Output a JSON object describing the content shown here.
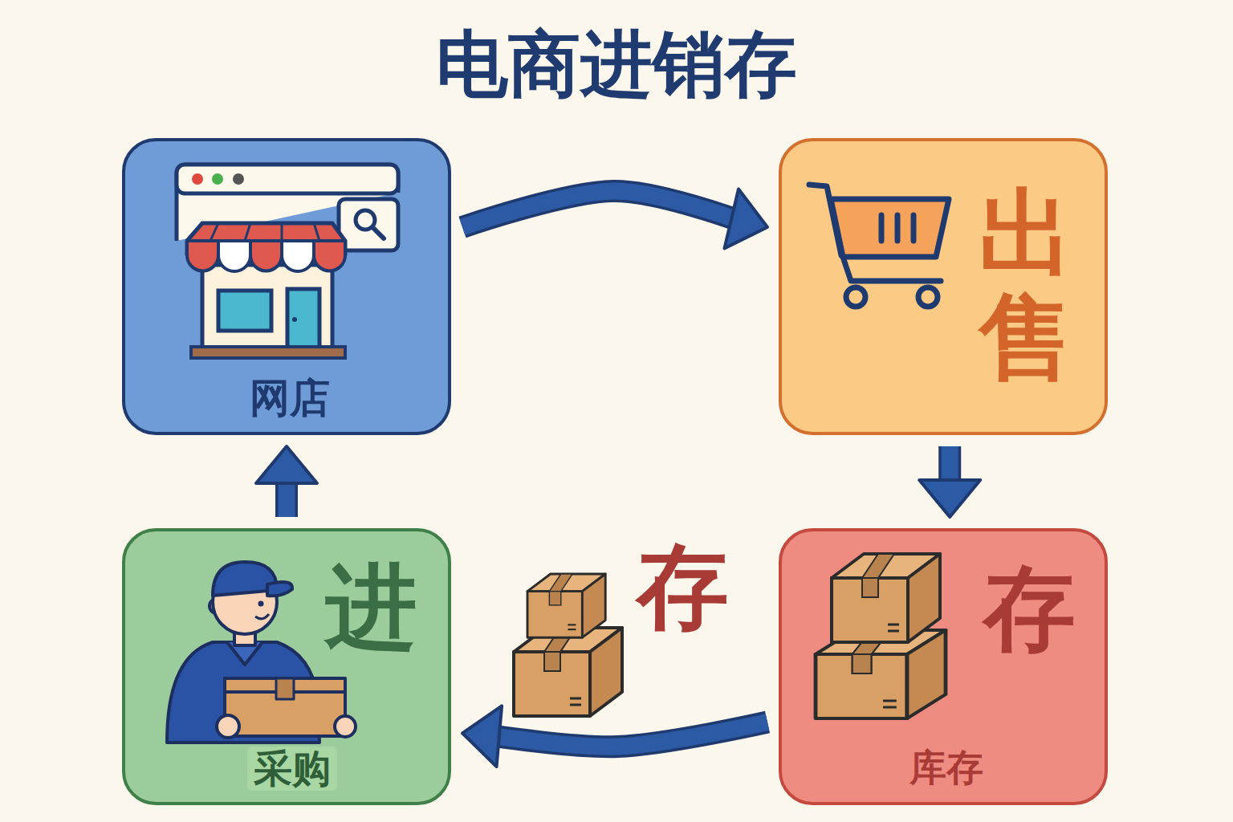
{
  "diagram": {
    "title": "电商进销存",
    "nodes": [
      {
        "text": [
          "网店"
        ]
      },
      {
        "text": [
          "出售"
        ]
      },
      {
        "text": [
          "进",
          "采购"
        ]
      },
      {
        "text": [
          "存",
          "库存"
        ]
      }
    ],
    "edges": [
      {
        "from": 0,
        "to": 1,
        "arrow": "to"
      },
      {
        "from": 1,
        "to": 3,
        "arrow": "to"
      },
      {
        "from": 3,
        "to": 2,
        "arrow": "to",
        "label": "存"
      },
      {
        "from": 2,
        "to": 0,
        "arrow": "to"
      }
    ]
  }
}
